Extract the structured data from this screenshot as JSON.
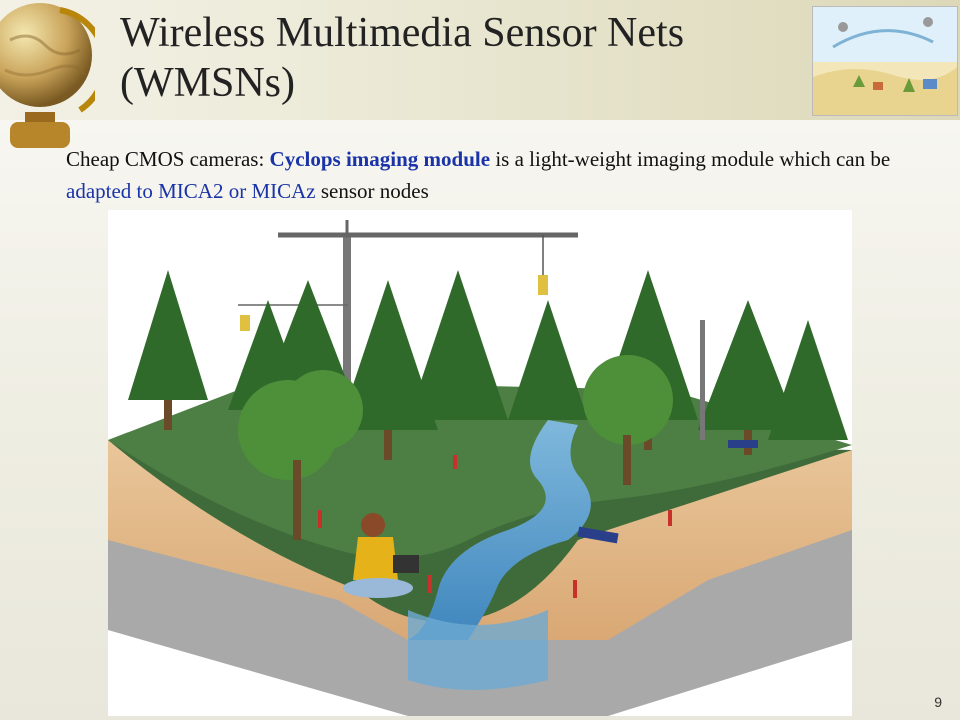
{
  "slide": {
    "title_line1": "Wireless Multimedia Sensor Nets",
    "title_line2": "(WMSNs)",
    "body_prefix": "Cheap CMOS cameras: ",
    "body_highlight": "Cyclops imaging module",
    "body_middle": " is a light-weight imaging module which can be ",
    "body_highlight2": "adapted to MICA2 or MICAz",
    "body_suffix": " sensor nodes",
    "page_number": "9"
  },
  "colors": {
    "accent_text": "#1a33a8",
    "title_text": "#222222"
  },
  "icons": {
    "corner_decoration": "globe-icon",
    "thumbnail": "ecosystem-diagram-thumbnail",
    "illustration": "sensor-network-landscape-illustration"
  }
}
